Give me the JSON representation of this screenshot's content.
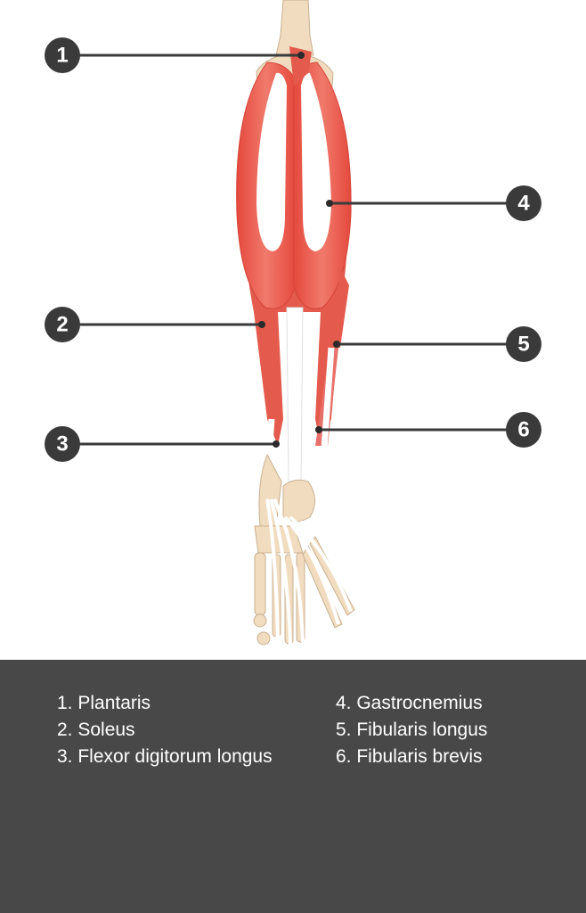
{
  "markers": [
    {
      "number": "1",
      "name": "Plantaris"
    },
    {
      "number": "2",
      "name": "Soleus"
    },
    {
      "number": "3",
      "name": "Flexor digitorum longus"
    },
    {
      "number": "4",
      "name": "Gastrocnemius"
    },
    {
      "number": "5",
      "name": "Fibularis longus"
    },
    {
      "number": "6",
      "name": "Fibularis brevis"
    }
  ],
  "legend": {
    "left": [
      "1. Plantaris",
      "2. Soleus",
      "3. Flexor digitorum longus"
    ],
    "right": [
      "4. Gastrocnemius",
      "5. Fibularis longus",
      "6. Fibularis brevis"
    ]
  },
  "colors": {
    "muscle": "#e8594c",
    "muscle_light": "#f0867a",
    "tendon": "#ffffff",
    "bone": "#f1dcc0",
    "marker": "#3a3a3a",
    "legend_bg": "#484848"
  }
}
